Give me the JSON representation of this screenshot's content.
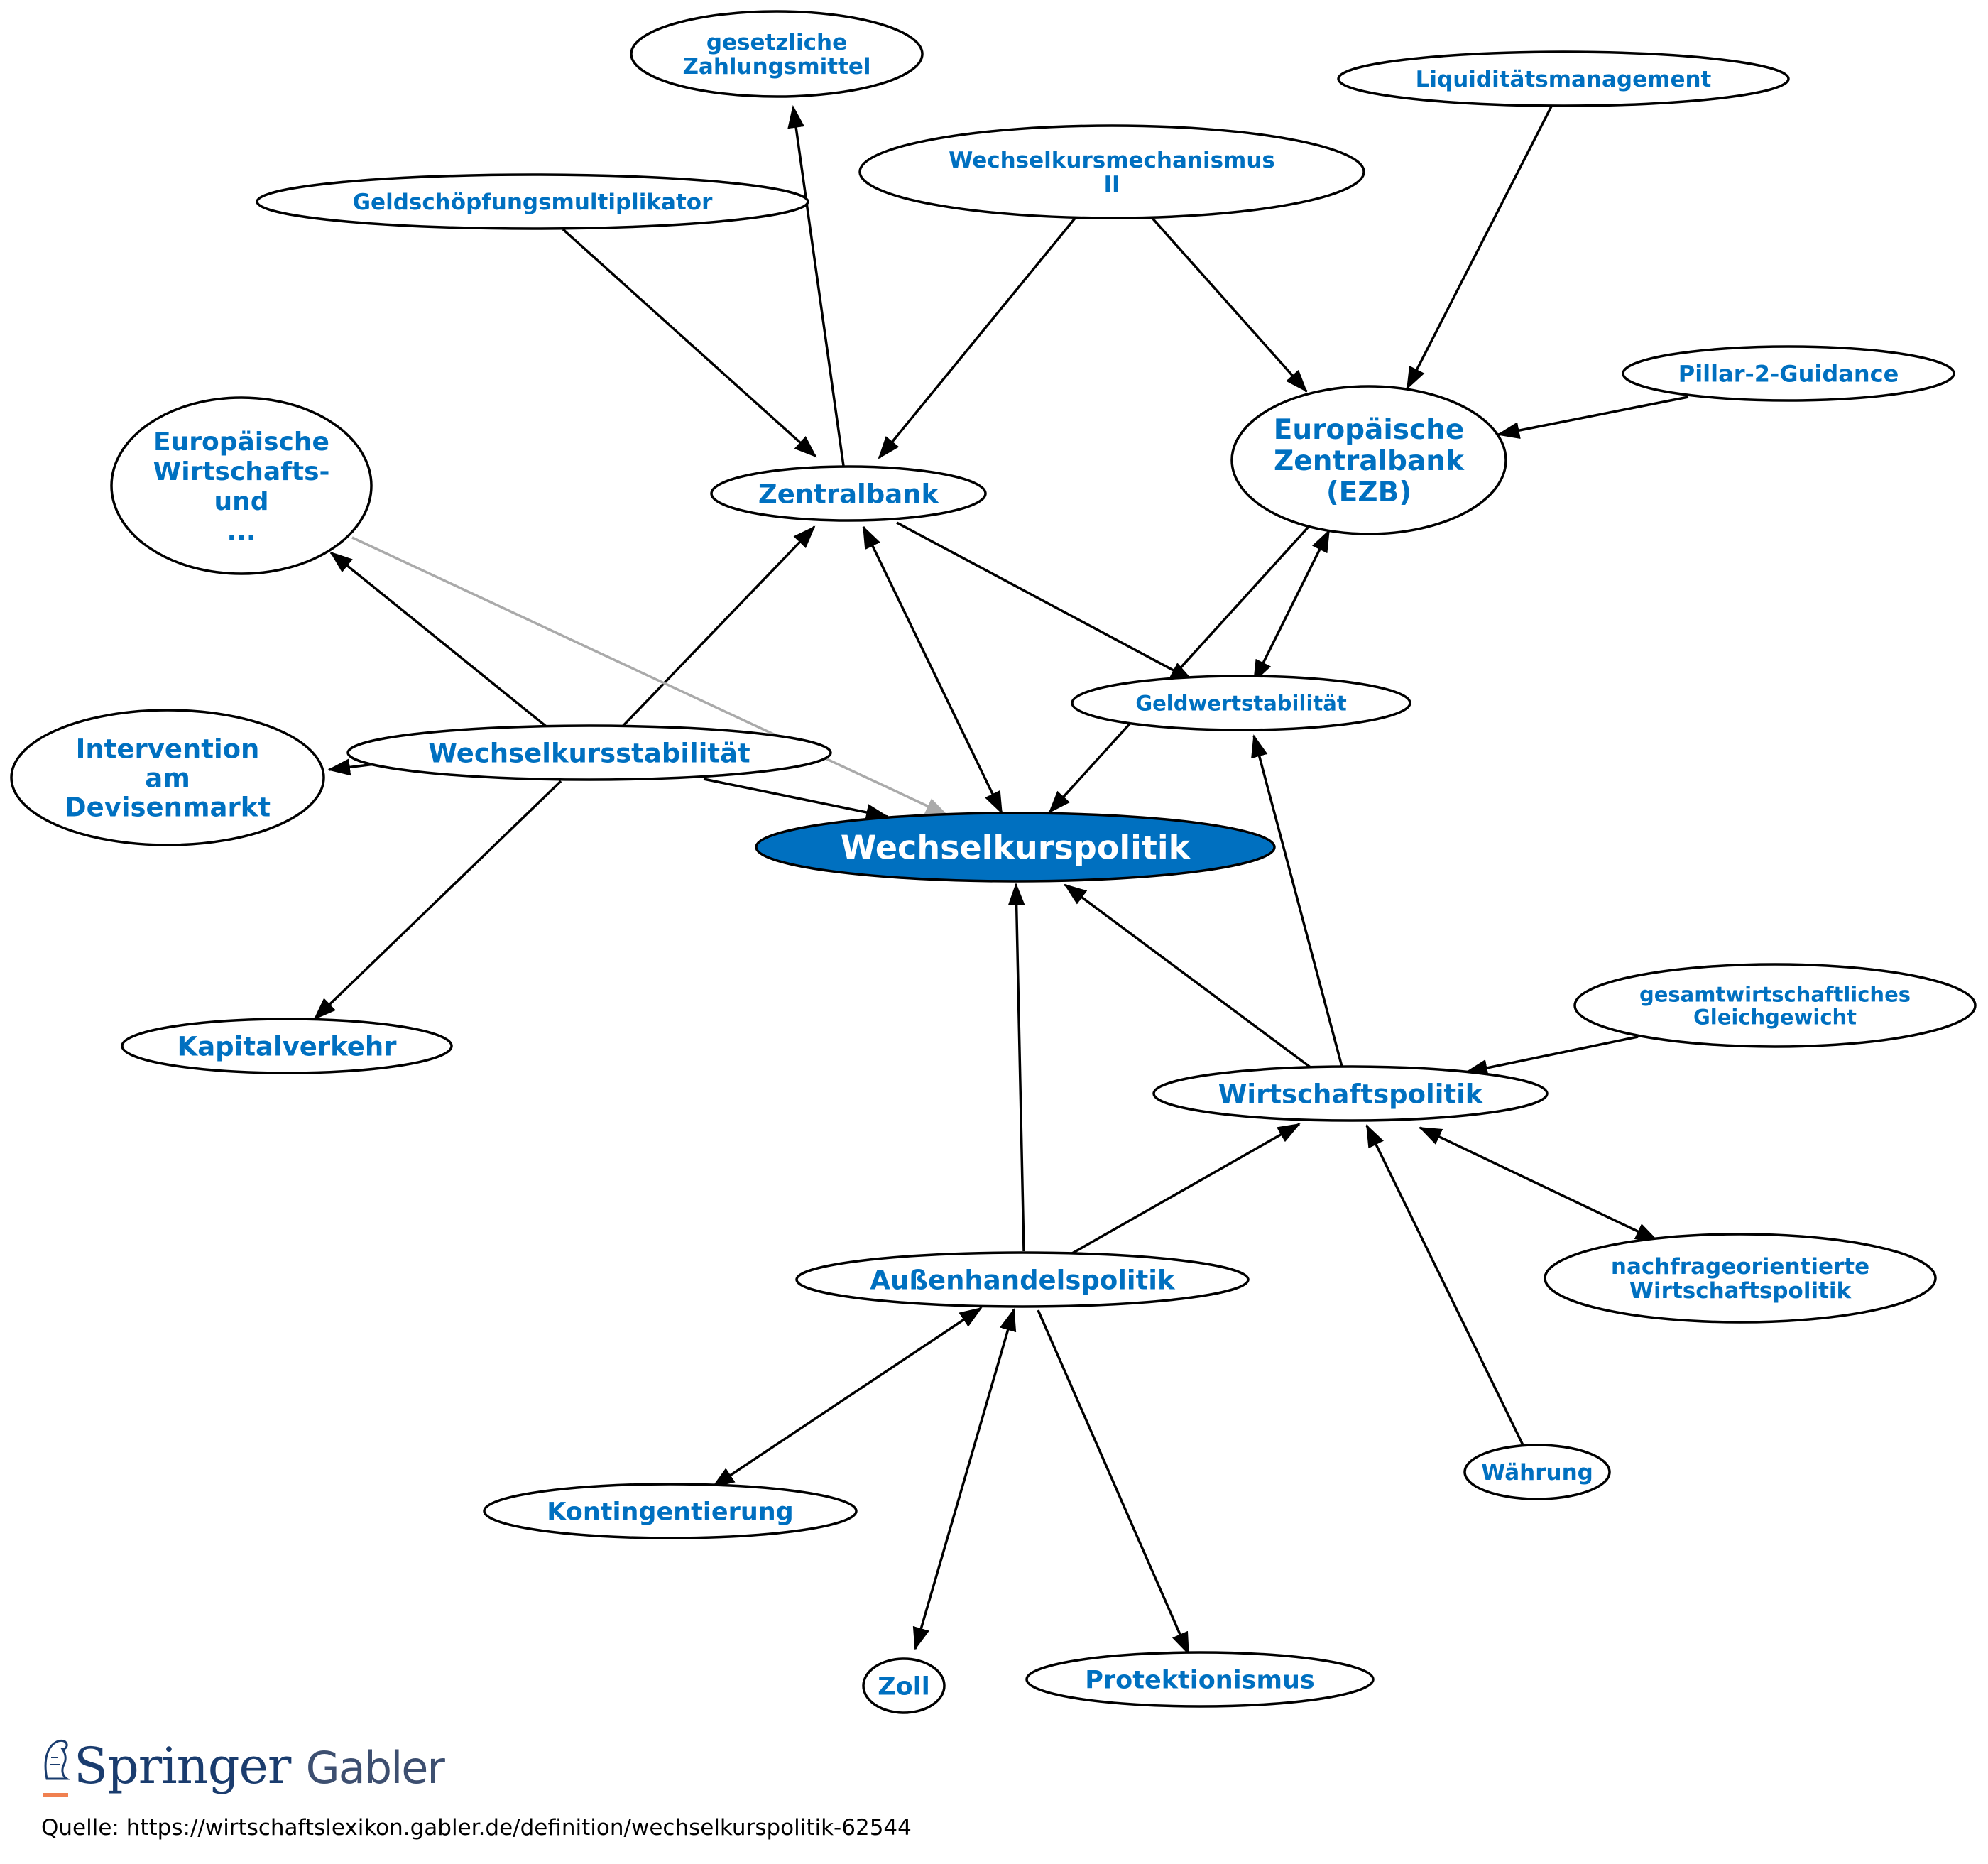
{
  "nodes": {
    "wechselkurspolitik": [
      "Wechselkurspolitik"
    ],
    "gesetzliche_zahlungsmittel": [
      "gesetzliche",
      "Zahlungsmittel"
    ],
    "liquiditaetsmanagement": [
      "Liquiditätsmanagement"
    ],
    "wechselkursmechanismus": [
      "Wechselkursmechanismus",
      "II"
    ],
    "geldschoepfungsmultiplikator": [
      "Geldschöpfungsmultiplikator"
    ],
    "pillar2": [
      "Pillar-2-Guidance"
    ],
    "europaeische_wirtschafts": [
      "Europäische",
      "Wirtschafts-",
      "und",
      "..."
    ],
    "zentralbank": [
      "Zentralbank"
    ],
    "ezb": [
      "Europäische",
      "Zentralbank",
      "(EZB)"
    ],
    "geldwertstabilitaet": [
      "Geldwertstabilität"
    ],
    "intervention": [
      "Intervention",
      "am",
      "Devisenmarkt"
    ],
    "wechselkursstabilitaet": [
      "Wechselkursstabilität"
    ],
    "kapitalverkehr": [
      "Kapitalverkehr"
    ],
    "gesamtwirtschaftliches": [
      "gesamtwirtschaftliches",
      "Gleichgewicht"
    ],
    "wirtschaftspolitik": [
      "Wirtschaftspolitik"
    ],
    "aussenhandelspolitik": [
      "Außenhandelspolitik"
    ],
    "nachfrageorientierte": [
      "nachfrageorientierte",
      "Wirtschaftspolitik"
    ],
    "waehrung": [
      "Währung"
    ],
    "kontingentierung": [
      "Kontingentierung"
    ],
    "zoll": [
      "Zoll"
    ],
    "protektionismus": [
      "Protektionismus"
    ]
  },
  "colors": {
    "label": "#0070c0",
    "center_fill": "#0070c0",
    "edge": "#000000",
    "edge_muted": "#aaaaaa"
  },
  "footer": {
    "brand_springer": "Springer",
    "brand_gabler": "Gabler",
    "source": "Quelle: https://wirtschaftslexikon.gabler.de/definition/wechselkurspolitik-62544"
  }
}
